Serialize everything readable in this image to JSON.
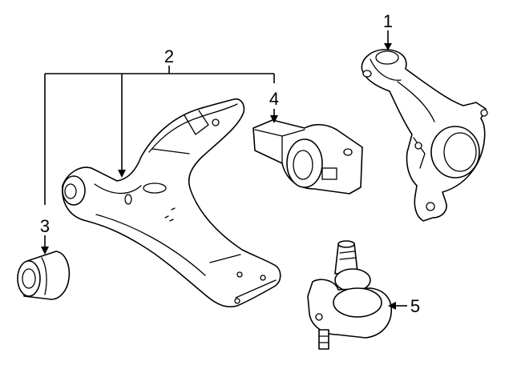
{
  "callouts": [
    {
      "number": "1",
      "part": "steering-knuckle"
    },
    {
      "number": "2",
      "part": "lower-control-arm"
    },
    {
      "number": "3",
      "part": "front-bushing"
    },
    {
      "number": "4",
      "part": "rear-bushing"
    },
    {
      "number": "5",
      "part": "ball-joint"
    }
  ],
  "colors": {
    "line": "#000000",
    "background": "#ffffff"
  }
}
